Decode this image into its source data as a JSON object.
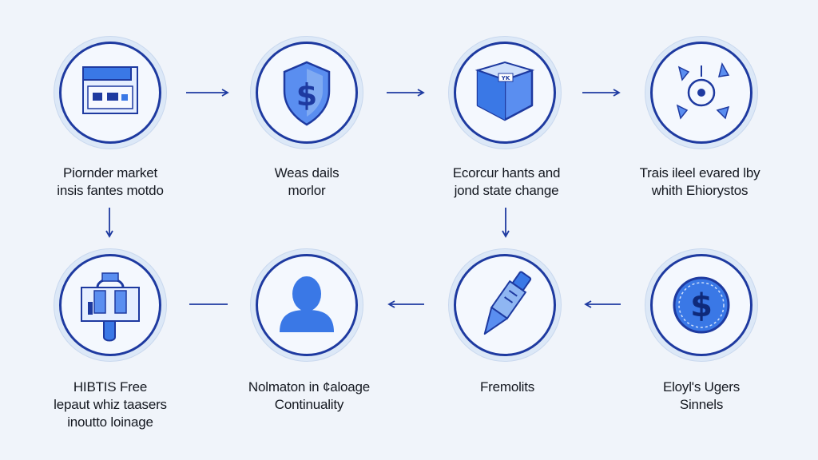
{
  "colors": {
    "background": "#f0f4fa",
    "ring": "#1e3aa0",
    "circle_fill": "#dce8f7",
    "icon_blue": "#3a78e6",
    "icon_light": "#8fb6f2"
  },
  "nodes": [
    {
      "icon": "card-reader-icon",
      "label_lines": [
        "Piornder market",
        "insis fantes motdo"
      ]
    },
    {
      "icon": "shield-dollar-icon",
      "label_lines": [
        "Weas dails",
        "morlor"
      ]
    },
    {
      "icon": "box-icon",
      "box_text": "YK",
      "label_lines": [
        "Ecorcur hants and",
        "jond state change"
      ]
    },
    {
      "icon": "target-cycle-icon",
      "label_lines": [
        "Trais ileel evared lby",
        "whith Ehiorystos"
      ]
    },
    {
      "icon": "coin-dollar-icon",
      "label_lines": [
        "Eloyl's Ugers",
        "Sinnels"
      ]
    },
    {
      "icon": "pen-tool-icon",
      "label_lines": [
        "Fremolits"
      ]
    },
    {
      "icon": "user-silhouette-icon",
      "label_lines": [
        "Nolmaton in ¢aloage",
        "Continuality"
      ]
    },
    {
      "icon": "machine-hand-icon",
      "label_lines": [
        "HIBTIS Free",
        "lepaut whiz taasers",
        "inoutto loinage"
      ]
    }
  ]
}
